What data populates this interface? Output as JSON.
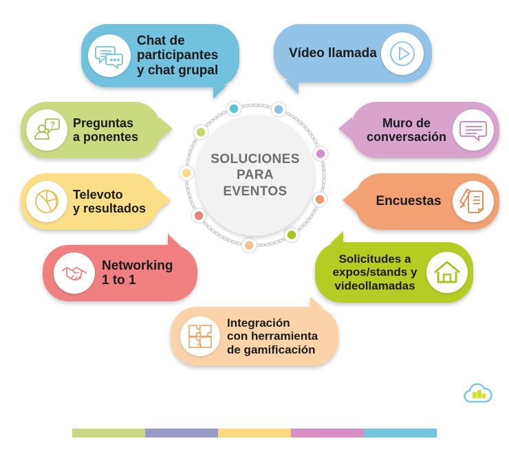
{
  "center": {
    "line1": "SOLUCIONES",
    "line2": "PARA",
    "line3": "EVENTOS",
    "text_color": "#6d6d6d",
    "fill_color": "#f2f2f2"
  },
  "bubbles": [
    {
      "id": "chat",
      "label": "Chat de\nparticipantes\ny chat grupal",
      "icon": "chat-bubbles-icon",
      "color": "#72c2dd",
      "icon_side": "left",
      "tail": "bottom-right"
    },
    {
      "id": "video",
      "label": "Vídeo llamada",
      "icon": "play-circle-icon",
      "color": "#93c3e6",
      "icon_side": "right",
      "tail": "bottom-left"
    },
    {
      "id": "preguntas",
      "label": "Preguntas\na ponentes",
      "icon": "person-question-icon",
      "color": "#c9da80",
      "icon_side": "left",
      "tail": "right"
    },
    {
      "id": "televoto",
      "label": "Televoto\ny resultados",
      "icon": "pie-chart-icon",
      "color": "#fbdf86",
      "icon_side": "left",
      "tail": "right"
    },
    {
      "id": "networking",
      "label": "Networking\n1 to 1",
      "icon": "handshake-icon",
      "color": "#f0807f",
      "icon_side": "left",
      "tail": "top-right"
    },
    {
      "id": "muro",
      "label": "Muro de\nconversación",
      "icon": "speech-bubble-icon",
      "color": "#d8a3cd",
      "icon_side": "right",
      "tail": "left"
    },
    {
      "id": "encuestas",
      "label": "Encuestas",
      "icon": "survey-document-pencil-icon",
      "color": "#f3a072",
      "icon_side": "right",
      "tail": "left"
    },
    {
      "id": "solicitudes",
      "label": "Solicitudes a\nexpos/stands y\nvideollamadas",
      "icon": "house-icon",
      "color": "#b5cc23",
      "icon_side": "right",
      "tail": "top-left"
    },
    {
      "id": "integracion",
      "label": "Integración\ncon herramienta\nde gamificación",
      "icon": "puzzle-pieces-icon",
      "color": "#fad4a8",
      "icon_side": "left",
      "tail": "top-right"
    }
  ],
  "ring_dots": [
    {
      "name": "dot-chat",
      "color": "#5cc4d8"
    },
    {
      "name": "dot-video",
      "color": "#8fc0e8"
    },
    {
      "name": "dot-muro",
      "color": "#d28fd0"
    },
    {
      "name": "dot-encuestas",
      "color": "#f4956a"
    },
    {
      "name": "dot-solicitudes",
      "color": "#a9c422"
    },
    {
      "name": "dot-integracion",
      "color": "#fac18a"
    },
    {
      "name": "dot-networking",
      "color": "#ef7f80"
    },
    {
      "name": "dot-televoto",
      "color": "#fbd98a"
    },
    {
      "name": "dot-preguntas",
      "color": "#c4d96a"
    }
  ],
  "colorbar": {
    "segments": [
      "#c9da80",
      "#9a9ac9",
      "#fbd97e",
      "#d98fc4",
      "#74c6de"
    ]
  },
  "logo": {
    "name": "cloud-logo",
    "cloud_color": "#7ec8e3",
    "mark_color": "#d4e02a"
  }
}
